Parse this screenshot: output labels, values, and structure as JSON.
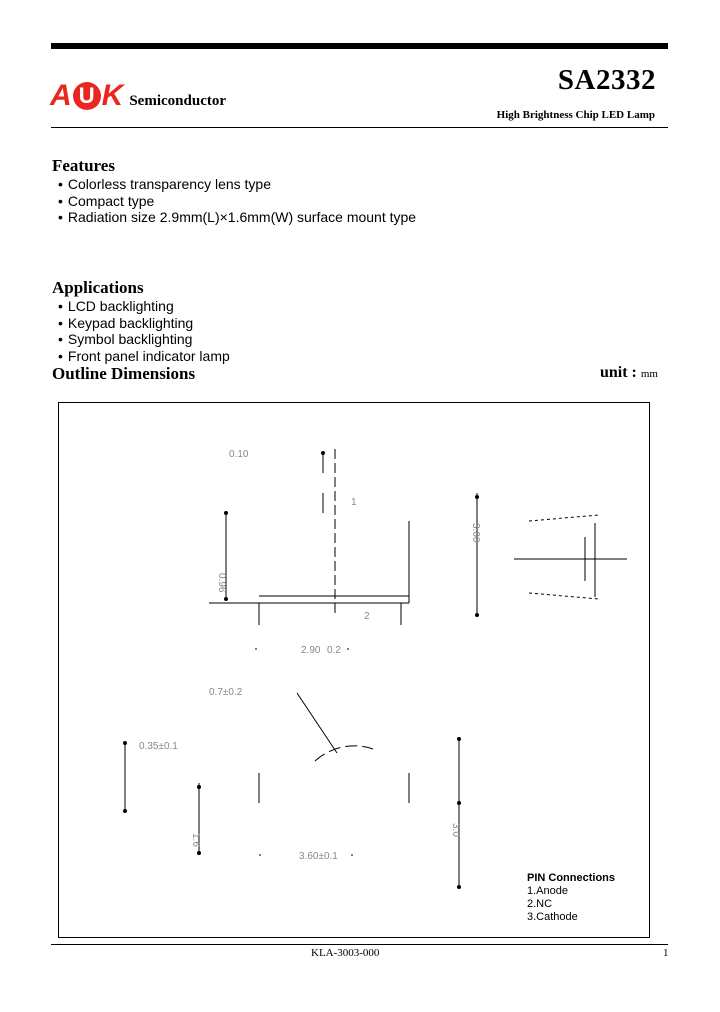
{
  "header": {
    "logo_letters": [
      "A",
      "U",
      "K"
    ],
    "company": "Semiconductor",
    "part_number": "SA2332",
    "subtitle": "High Brightness Chip LED Lamp",
    "brand_color": "#e8281e"
  },
  "features": {
    "title": "Features",
    "items": [
      "Colorless transparency lens type",
      "Compact type",
      "Radiation size 2.9mm(L)×1.6mm(W) surface mount type"
    ]
  },
  "applications": {
    "title": "Applications",
    "items": [
      "LCD backlighting",
      "Keypad backlighting",
      "Symbol backlighting",
      "Front panel indicator lamp"
    ]
  },
  "outline": {
    "title": "Outline Dimensions",
    "unit_label": "unit :",
    "unit_value": "mm"
  },
  "dimensions": {
    "top_small": "0.10",
    "height_left": "0.96",
    "height_right": "3.00",
    "width_top": "2.90",
    "width_tol_top": "0.2",
    "angle": "0.7±0.2",
    "lead": "0.35±0.1",
    "width_bottom": "3.60±0.1",
    "length_left": "1.6",
    "length_right": "3.0",
    "label_1": "1",
    "label_2": "2"
  },
  "pins": {
    "title": "PIN Connections",
    "items": [
      "1.Anode",
      "2.NC",
      "3.Cathode"
    ]
  },
  "footer": {
    "doc_number": "KLA-3003-000",
    "page": "1"
  }
}
